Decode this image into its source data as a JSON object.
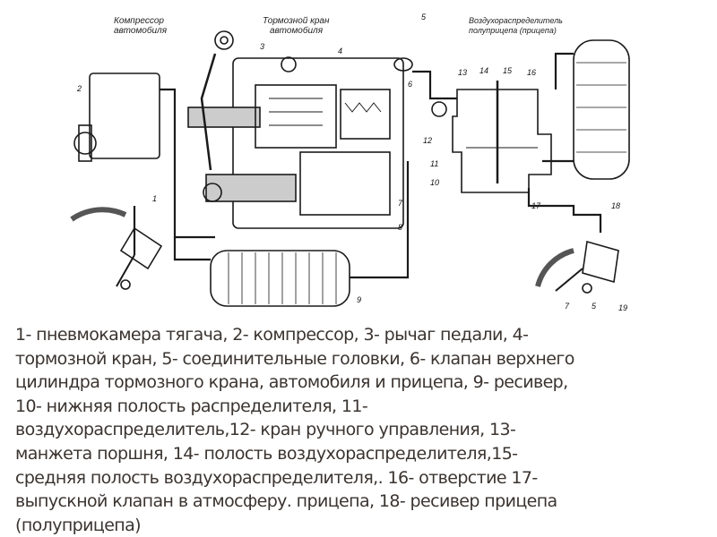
{
  "diagram": {
    "captions": {
      "compressor": [
        "Компрессор",
        "автомобиля"
      ],
      "brake_valve": [
        "Тормозной кран",
        "автомобиля"
      ],
      "distributor": [
        "Воздухораспределитель",
        "полуприцепа (прицепа)"
      ]
    },
    "labels": [
      "1",
      "2",
      "3",
      "4",
      "5",
      "6",
      "7",
      "8",
      "9",
      "10",
      "11",
      "12",
      "13",
      "14",
      "15",
      "16",
      "17",
      "18",
      "7",
      "5",
      "19"
    ]
  },
  "legend": {
    "lines": [
      "1- пневмокамера тягача, 2- компрессор,  3- рычаг педали,    4-",
      "тормозной кран, 5- соединительные головки, 6- клапан верхнего",
      "цилиндра тормозного крана, автомобиля и прицепа, 9- ресивер,",
      "10- нижняя полость распределителя,   11-",
      "воздухораспределитель,12- кран ручного управления,      13-",
      "манжета поршня, 14- полость воздухораспределителя,15-",
      "средняя полость воздухораспределителя,. 16- отверстие 17-",
      "выпускной клапан в атмосферу. прицепа, 18- ресивер прицепа",
      "(полуприцепа)"
    ]
  }
}
